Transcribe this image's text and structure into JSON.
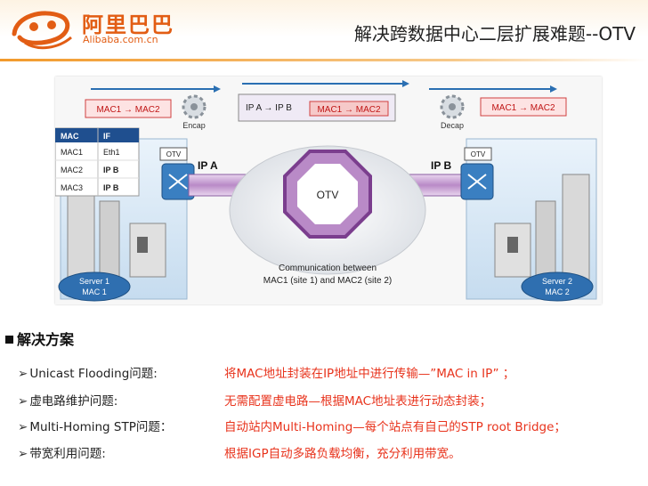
{
  "header": {
    "logo_cn": "阿里巴巴",
    "logo_en": "Alibaba.com.cn",
    "title": "解决跨数据中心二层扩展难题--OTV"
  },
  "diagram": {
    "left_pkt": "MAC1 → MAC2",
    "mid_pkt_ip": "IP A → IP B",
    "mid_pkt_mac": "MAC1 → MAC2",
    "right_pkt": "MAC1 → MAC2",
    "encap": "Encap",
    "decap": "Decap",
    "table_headers": [
      "MAC",
      "IF"
    ],
    "table_rows": [
      [
        "MAC1",
        "Eth1"
      ],
      [
        "MAC2",
        "IP B"
      ],
      [
        "MAC3",
        "IP B"
      ]
    ],
    "otv_left": "OTV",
    "otv_right": "OTV",
    "ip_a": "IP A",
    "ip_b": "IP B",
    "otv_center": "OTV",
    "comm_line1": "Communication between",
    "comm_line2": "MAC1 (site 1) and MAC2 (site 2)",
    "server1_line1": "Server 1",
    "server1_line2": "MAC 1",
    "server2_line1": "Server 2",
    "server2_line2": "MAC 2"
  },
  "section_title": "解决方案",
  "rows": [
    {
      "label": "Unicast Flooding问题:",
      "value": "将MAC地址封装在IP地址中进行传输—”MAC in IP” ；"
    },
    {
      "label": "虚电路维护问题:",
      "value": "无需配置虚电路—根据MAC地址表进行动态封装；"
    },
    {
      "label": "Multi-Homing STP问题：",
      "value": "自动站内Multi-Homing—每个站点有自己的STP root Bridge；"
    },
    {
      "label": "带宽利用问题:",
      "value": "根据IGP自动多路负载均衡，充分利用带宽。"
    }
  ],
  "colors": {
    "accent": "#e25d14",
    "highlight": "#e8331c",
    "otv_purple": "#7b3e8e"
  }
}
